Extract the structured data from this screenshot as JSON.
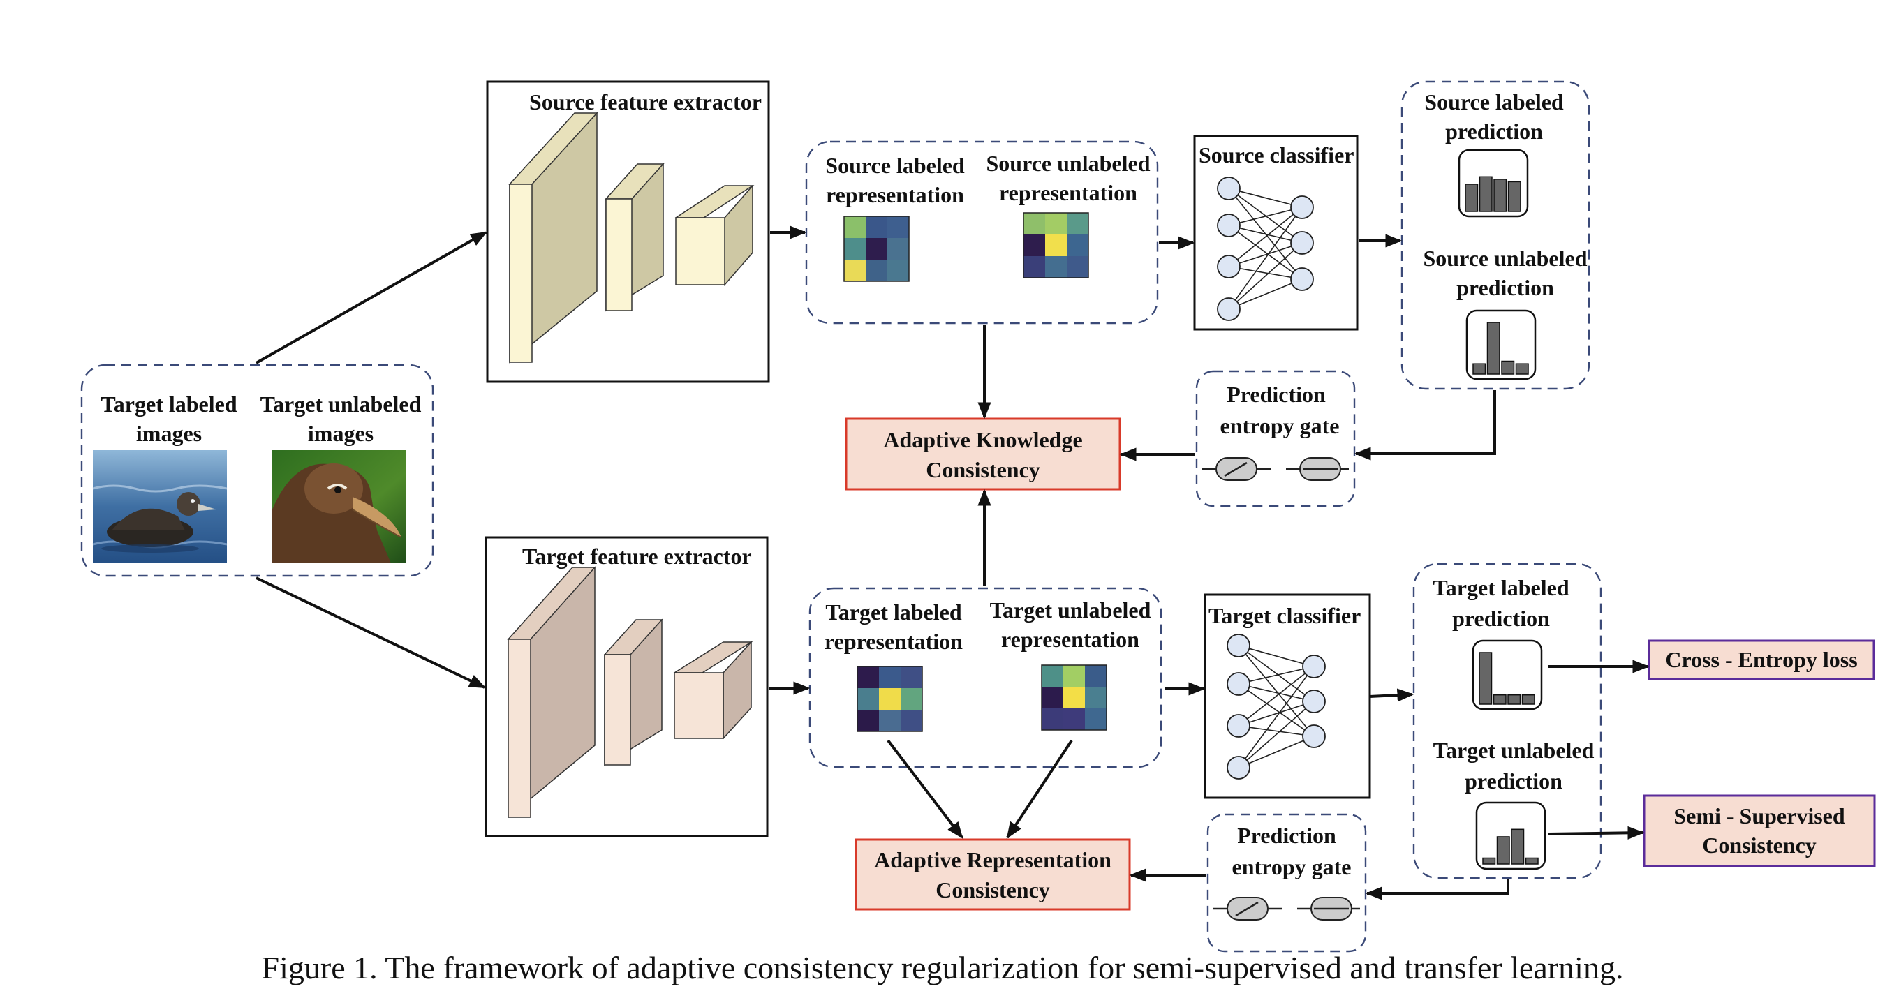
{
  "colors": {
    "source_face": "#fbf5d4",
    "source_side": "#cec8a4",
    "source_top": "#e8e1bb",
    "target_face": "#f6e4d7",
    "target_side": "#c9b6aa",
    "target_top": "#e3cfc0",
    "red_border": "#d83a2a",
    "purple_border": "#5b2c9a",
    "loss_fill": "#f7ddd2",
    "dashed_border": "#3b4a78"
  },
  "images": {
    "labeled_title_1": "Target labeled",
    "labeled_title_2": "images",
    "unlabeled_title_1": "Target unlabeled",
    "unlabeled_title_2": "images"
  },
  "source": {
    "extractor_label": "Source feature extractor",
    "labeled_repr_1": "Source labeled",
    "labeled_repr_2": "representation",
    "unlabeled_repr_1": "Source unlabeled",
    "unlabeled_repr_2": "representation",
    "classifier_label": "Source classifier",
    "labeled_pred_1": "Source labeled",
    "labeled_pred_2": "prediction",
    "unlabeled_pred_1": "Source unlabeled",
    "unlabeled_pred_2": "prediction"
  },
  "target": {
    "extractor_label": "Target feature extractor",
    "labeled_repr_1": "Target labeled",
    "labeled_repr_2": "representation",
    "unlabeled_repr_1": "Target unlabeled",
    "unlabeled_repr_2": "representation",
    "classifier_label": "Target classifier",
    "labeled_pred_1": "Target labeled",
    "labeled_pred_2": "prediction",
    "unlabeled_pred_1": "Target unlabeled",
    "unlabeled_pred_2": "prediction"
  },
  "gates": {
    "top_1": "Prediction",
    "top_2": "entropy gate",
    "bottom_1": "Prediction",
    "bottom_2": "entropy gate"
  },
  "consistency": {
    "knowledge_1": "Adaptive Knowledge",
    "knowledge_2": "Consistency",
    "representation_1": "Adaptive Representation",
    "representation_2": "Consistency"
  },
  "losses": {
    "cross_entropy": "Cross - Entropy loss",
    "semi_1": "Semi - Supervised",
    "semi_2": "Consistency"
  },
  "heatmaps": {
    "source_labeled": [
      [
        "#8bc06a",
        "#3a578a",
        "#3e5f8f"
      ],
      [
        "#4e8e8b",
        "#2e1d4d",
        "#4a7290"
      ],
      [
        "#e9da57",
        "#3f6289",
        "#4a7890"
      ]
    ],
    "source_unlabeled": [
      [
        "#8fbf6a",
        "#a3cc65",
        "#5a9a8a"
      ],
      [
        "#2e1d4d",
        "#f1df4c",
        "#3d6690"
      ],
      [
        "#3a3f79",
        "#446e90",
        "#3f5a8b"
      ]
    ],
    "target_labeled": [
      [
        "#2d1b4c",
        "#3b5a8c",
        "#3f4f85"
      ],
      [
        "#4a7e8e",
        "#f0dc4a",
        "#62a57f"
      ],
      [
        "#2b1a49",
        "#4a6c91",
        "#3f4f85"
      ]
    ],
    "target_unlabeled": [
      [
        "#4e9088",
        "#a2ce64",
        "#3a5c8a"
      ],
      [
        "#2c1b4c",
        "#f3de47",
        "#4a7f90"
      ],
      [
        "#3c3b79",
        "#3e3b7b",
        "#3f6890"
      ]
    ]
  },
  "histograms": {
    "source_labeled": [
      0.55,
      0.7,
      0.65,
      0.6
    ],
    "source_unlabeled": [
      0.2,
      1.0,
      0.25,
      0.2
    ],
    "target_labeled": [
      1.0,
      0.18,
      0.18,
      0.18
    ],
    "target_unlabeled": [
      0.12,
      0.55,
      0.7,
      0.12
    ]
  },
  "caption": "Figure 1. The framework of adaptive consistency regularization for semi-supervised and transfer learning."
}
